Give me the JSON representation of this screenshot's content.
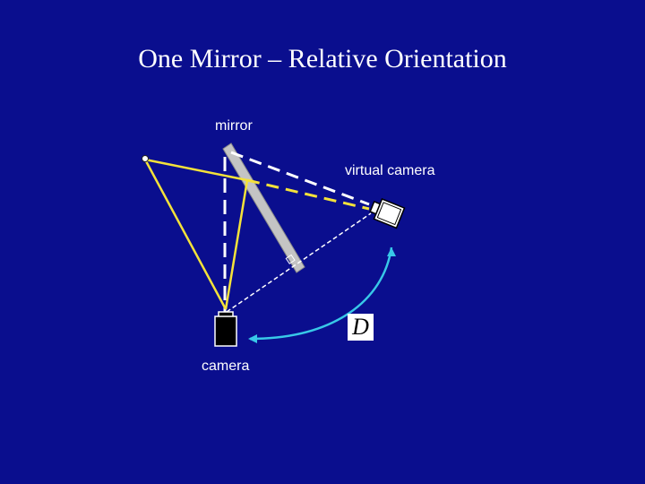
{
  "slide": {
    "title": "One Mirror – Relative Orientation",
    "background_color": "#0a0e8e"
  },
  "labels": {
    "mirror": "mirror",
    "virtual_camera": "virtual camera",
    "camera": "camera",
    "transform": "D"
  },
  "colors": {
    "rays": "#f4e23a",
    "mirror_fill": "#c4c4c4",
    "dashed_lines": "#ffffff",
    "arrow": "#38c8e8",
    "camera_body": "#000000"
  }
}
